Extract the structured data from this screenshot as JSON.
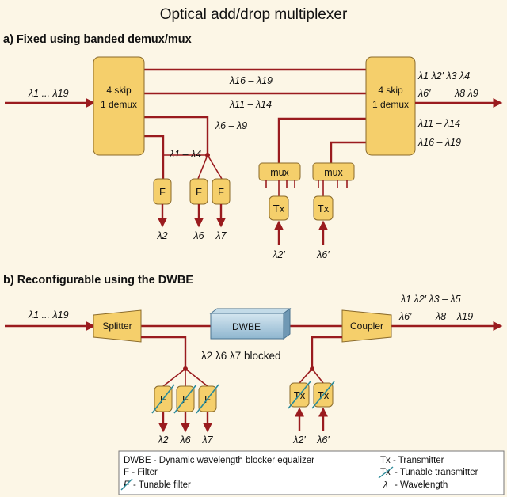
{
  "title": "Optical add/drop multiplexer",
  "section_a": {
    "label": "a)  Fixed using banded demux/mux",
    "input": "λ1 ... λ19",
    "demux_line1": "4 skip",
    "demux_line2": "1 demux",
    "mux_line1": "4 skip",
    "mux_line2": "1 demux",
    "band_16_19": "λ16 – λ19",
    "band_11_14": "λ11 – λ14",
    "band_6_9": "λ6 – λ9",
    "band_1_4": "λ1 – λ4",
    "filter": "F",
    "mux_small": "mux",
    "tx": "Tx",
    "drop1": "λ2",
    "drop2": "λ6",
    "drop3": "λ7",
    "add1": "λ2′",
    "add2": "λ6′",
    "out_line1": "λ1 λ2′ λ3 λ4",
    "out_line2a": "λ6′",
    "out_line2b": "λ8 λ9",
    "out_line3": "λ11 – λ14",
    "out_line4": "λ16 – λ19"
  },
  "section_b": {
    "label": "b)  Reconfigurable using the DWBE",
    "input": "λ1 ... λ19",
    "splitter": "Splitter",
    "dwbe": "DWBE",
    "coupler": "Coupler",
    "blocked": "λ2 λ6 λ7  blocked",
    "filter": "F",
    "tx": "Tx",
    "drop1": "λ2",
    "drop2": "λ6",
    "drop3": "λ7",
    "add1": "λ2′",
    "add2": "λ6′",
    "out_line1": "λ1 λ2′ λ3 – λ5",
    "out_line2a": "λ6′",
    "out_line2b": "λ8 – λ19"
  },
  "legend": {
    "dwbe": "DWBE - Dynamic wavelength blocker equalizer",
    "f": "F - Filter",
    "tunable_filter": "- Tunable filter",
    "tunable_filter_sym": "F",
    "tx": "Tx - Transmitter",
    "tunable_tx": "- Tunable transmitter",
    "tunable_tx_sym": "Tx",
    "lambda": "- Wavelength",
    "lambda_sym": "λ"
  },
  "colors": {
    "line": "#9a1b1e",
    "box": "#f5cf6b",
    "dwbe_box": "#a7c9dd",
    "background": "#fcf6e6"
  }
}
